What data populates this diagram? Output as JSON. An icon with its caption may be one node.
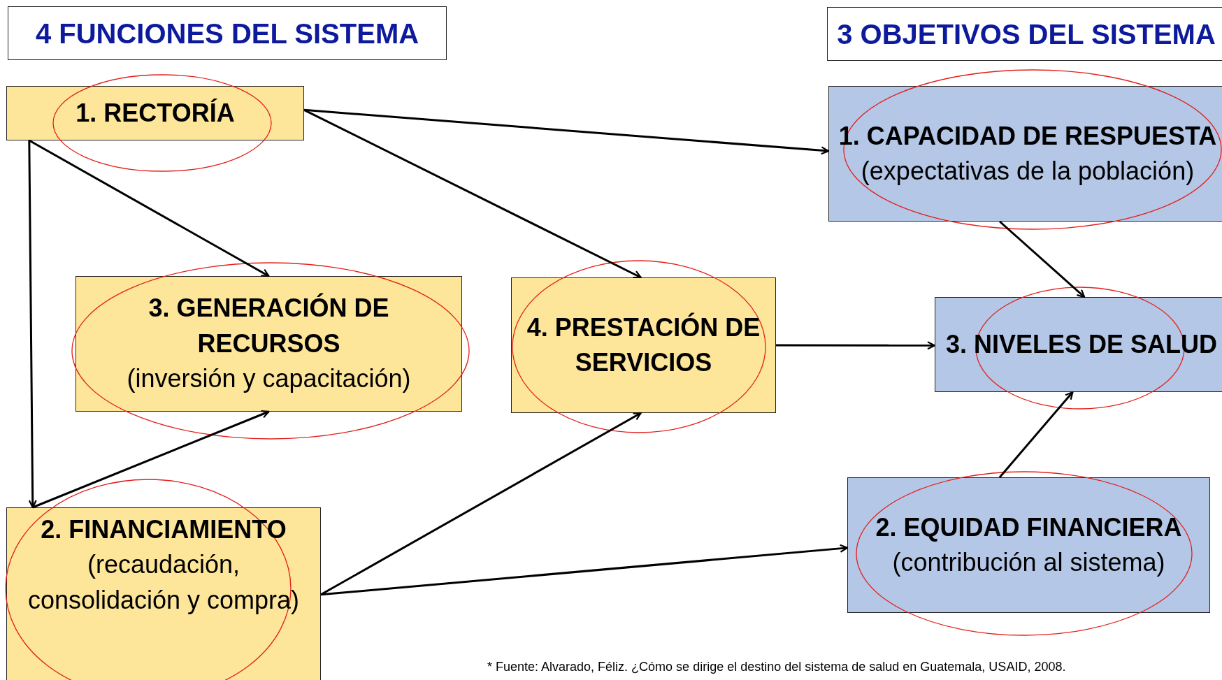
{
  "diagram": {
    "nodes": [
      {
        "text": [
          "4 FUNCIONES DEL SISTEMA"
        ]
      },
      {
        "text": [
          "3 OBJETIVOS DEL SISTEMA"
        ]
      },
      {
        "text": [
          "1. RECTORÍA"
        ]
      },
      {
        "text": [
          "3. GENERACIÓN DE RECURSOS",
          "(inversión y capacitación)"
        ]
      },
      {
        "text": [
          "4. PRESTACIÓN DE SERVICIOS"
        ]
      },
      {
        "text": [
          "2. FINANCIAMIENTO",
          "(recaudación, consolidación y compra)"
        ]
      },
      {
        "text": [
          "**1. CAPACIDAD DE RESPUESTA** (expectativas de la población)"
        ]
      },
      {
        "text": [
          "3. NIVELES DE SALUD"
        ]
      },
      {
        "text": [
          "2. EQUIDAD FINANCIERA",
          "(contribución al sistema)"
        ]
      }
    ],
    "edges": [
      {
        "from": 2,
        "to": 6,
        "arrow": "to"
      },
      {
        "from": 2,
        "to": 4,
        "arrow": "to"
      },
      {
        "from": 2,
        "to": 3,
        "arrow": "to"
      },
      {
        "from": 2,
        "to": 5,
        "arrow": "to"
      },
      {
        "from": 5,
        "to": 3,
        "arrow": "to"
      },
      {
        "from": 5,
        "to": 4,
        "arrow": "to"
      },
      {
        "from": 5,
        "to": 8,
        "arrow": "to"
      },
      {
        "from": 4,
        "to": 7,
        "arrow": "to"
      },
      {
        "from": 6,
        "to": 7,
        "arrow": "to"
      },
      {
        "from": 8,
        "to": 7,
        "arrow": "to"
      }
    ],
    "labels": [
      "* Fuente: Alvarado, Féliz. ¿Cómo se dirige el destino del sistema de salud en Guatemala, USAID, 2008."
    ]
  }
}
